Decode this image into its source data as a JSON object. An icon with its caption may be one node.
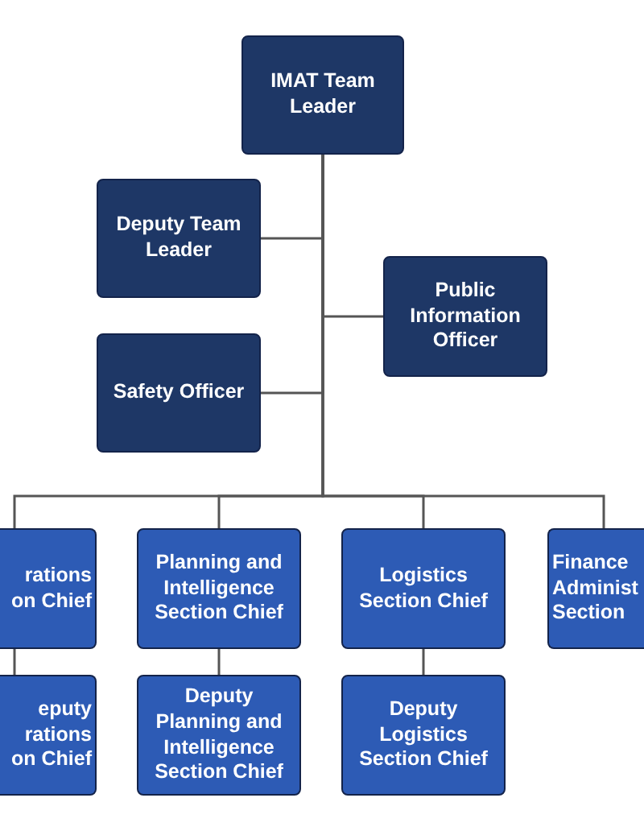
{
  "diagram": {
    "nodes": [
      {
        "text": [
          "IMAT Team Leader"
        ]
      },
      {
        "text": [
          "Deputy Team Leader"
        ]
      },
      {
        "text": [
          "Public Information Officer"
        ]
      },
      {
        "text": [
          "Safety Officer"
        ]
      },
      {
        "text": [
          "rations on Chief"
        ]
      },
      {
        "text": [
          "Planning and Intelligence Section Chief"
        ]
      },
      {
        "text": [
          "Logistics Section Chief"
        ]
      },
      {
        "text": [
          "Finance Administ Section"
        ]
      },
      {
        "text": [
          "eputy rations on Chief"
        ]
      },
      {
        "text": [
          "Deputy Planning and Intelligence Section Chief"
        ]
      },
      {
        "text": [
          "Deputy Logistics Section Chief"
        ]
      }
    ],
    "edges": [
      {
        "from": 0,
        "to": 1,
        "arrow": "none"
      },
      {
        "from": 0,
        "to": 2,
        "arrow": "none"
      },
      {
        "from": 0,
        "to": 3,
        "arrow": "none"
      },
      {
        "from": 0,
        "to": 4,
        "arrow": "none"
      },
      {
        "from": 0,
        "to": 5,
        "arrow": "none"
      },
      {
        "from": 0,
        "to": 6,
        "arrow": "none"
      },
      {
        "from": 0,
        "to": 7,
        "arrow": "none"
      },
      {
        "from": 4,
        "to": 8,
        "arrow": "none"
      },
      {
        "from": 5,
        "to": 9,
        "arrow": "none"
      },
      {
        "from": 6,
        "to": 10,
        "arrow": "none"
      }
    ]
  }
}
